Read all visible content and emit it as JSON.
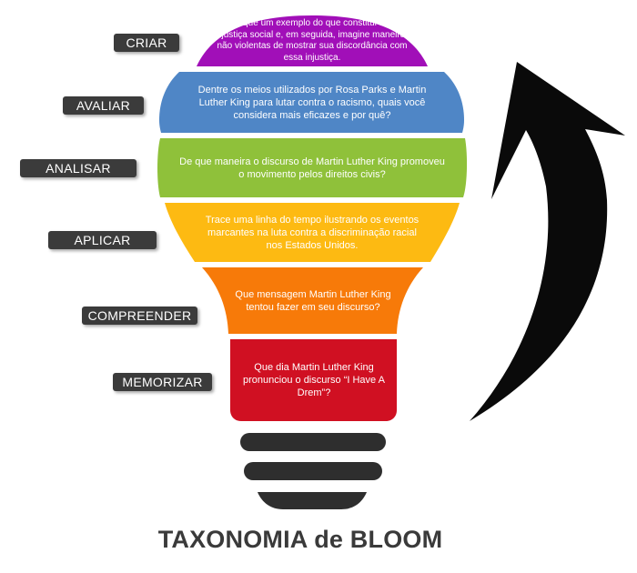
{
  "title": "TAXONOMIA de BLOOM",
  "levels": [
    {
      "label": "CRIAR",
      "color": "#a10fb8",
      "text": "Busque um exemplo do que constitui uma injustiça social e, em seguida, imagine maneiras não violentas de mostrar sua discordância com essa injustiça."
    },
    {
      "label": "AVALIAR",
      "color": "#4f86c6",
      "text": "Dentre os meios utilizados por Rosa Parks e Martin Luther King para lutar contra o racismo, quais você considera mais eficazes e por quê?"
    },
    {
      "label": "ANALISAR",
      "color": "#8fc13a",
      "text": "De que maneira o discurso de Martin Luther King promoveu o movimento pelos direitos civis?"
    },
    {
      "label": "APLICAR",
      "color": "#fdba12",
      "text": "Trace uma linha do tempo ilustrando os eventos marcantes na luta contra a discriminação racial nos Estados Unidos."
    },
    {
      "label": "COMPREENDER",
      "color": "#f77a09",
      "text": "Que mensagem Martin Luther King tentou fazer em seu discurso?"
    },
    {
      "label": "MEMORIZAR",
      "color": "#d01022",
      "text": "Que dia Martin Luther King pronunciou o discurso “I Have A Drem”?"
    }
  ],
  "colors": {
    "label_bg": "#3b3b3b",
    "base": "#2e2e2e",
    "arrow": "#0a0a0a"
  }
}
